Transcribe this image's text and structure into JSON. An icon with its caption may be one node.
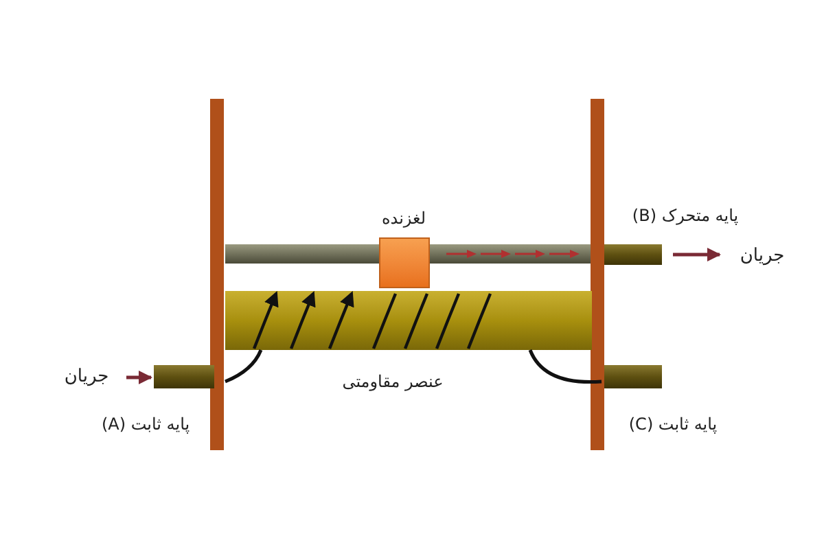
{
  "diagram": {
    "nodes": [
      {
        "text": [
          "جریان"
        ]
      },
      {
        "text": [],
        "shape": "bar",
        "beside": [
          "پایه ثابت (A)"
        ]
      },
      {
        "text": [],
        "shape": "bar",
        "beside": [
          "عنصر مقاومتی"
        ]
      },
      {
        "text": [],
        "shape": "box",
        "beside": [
          "لغزنده"
        ]
      },
      {
        "text": [],
        "shape": "bar",
        "beside": [
          "پایه متحرک (B)"
        ]
      },
      {
        "text": [
          "جریان"
        ]
      },
      {
        "text": [],
        "shape": "bar",
        "beside": [
          "پایه ثابت (C)"
        ]
      }
    ],
    "edges": [
      {
        "from": 0,
        "to": 1,
        "arrow": "to",
        "color": "#7a2a35"
      },
      {
        "from": 4,
        "to": 5,
        "arrow": "to",
        "color": "#7a2a35"
      },
      {
        "from": 1,
        "to": 2,
        "arrow": "none",
        "color": "#111111"
      },
      {
        "from": 2,
        "to": 6,
        "arrow": "none",
        "color": "#111111"
      }
    ]
  }
}
